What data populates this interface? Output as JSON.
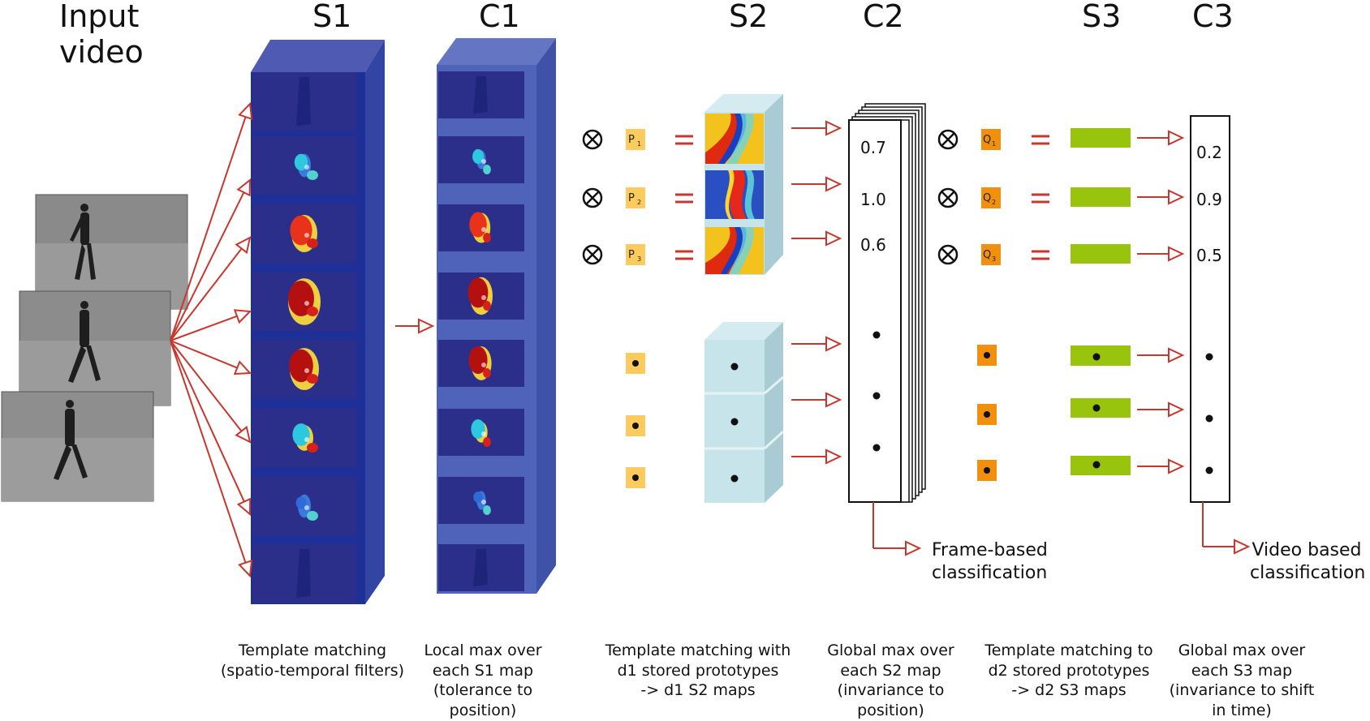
{
  "headers": {
    "input_video": [
      "Input",
      "video"
    ],
    "s1": "S1",
    "c1": "C1",
    "s2": "S2",
    "c2": "C2",
    "s3": "S3",
    "c3": "C3"
  },
  "prototypes_p": [
    "P1",
    "P2",
    "P3"
  ],
  "prototypes_q": [
    "Q1",
    "Q2",
    "Q3"
  ],
  "c2_values": [
    "0.7",
    "1.0",
    "0.6"
  ],
  "c3_values": [
    "0.2",
    "0.9",
    "0.5"
  ],
  "operators": {
    "conv": "⊗",
    "equals": "="
  },
  "outputs": {
    "frame_based": [
      "Frame-based",
      "classification"
    ],
    "video_based": [
      "Video based",
      "classification"
    ]
  },
  "captions": {
    "s1": [
      "Template matching",
      "(spatio-temporal filters)"
    ],
    "c1": [
      "Local max over",
      "each S1 map",
      "(tolerance to",
      "position)"
    ],
    "s2": [
      "Template matching with",
      "d1 stored prototypes",
      "-> d1 S2 maps"
    ],
    "c2": [
      "Global max over",
      "each S2 map",
      "(invariance to",
      "position)"
    ],
    "s3": [
      "Template matching to",
      "d2 stored prototypes",
      "-> d2 S3 maps"
    ],
    "c3": [
      "Global max over",
      "each S3 map",
      "(invariance to shift",
      "in time)"
    ]
  },
  "colors": {
    "arrow": "#c8372d",
    "column_front": "#1f2f98",
    "column_side": "#3345a2",
    "map_bg": "#2b2f8a",
    "p_box": "#fccb5e",
    "q_box": "#f2900d",
    "s2_cube": "#c6e4ea",
    "s3_bar": "#99c40d"
  }
}
